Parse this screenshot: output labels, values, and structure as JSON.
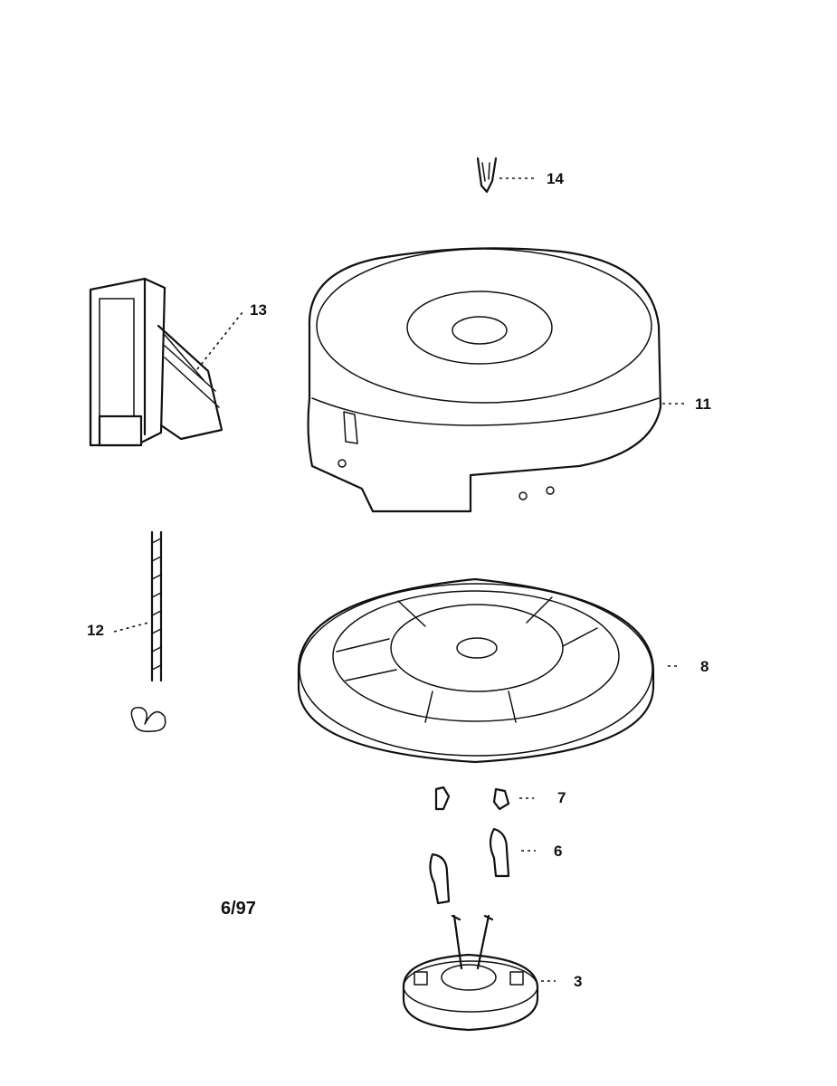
{
  "diagram": {
    "callouts": [
      {
        "id": "part-14",
        "text": "14"
      },
      {
        "id": "part-13",
        "text": "13"
      },
      {
        "id": "part-11",
        "text": "11"
      },
      {
        "id": "part-12",
        "text": "12"
      },
      {
        "id": "part-8",
        "text": "8"
      },
      {
        "id": "part-7",
        "text": "7"
      },
      {
        "id": "part-6",
        "text": "6"
      },
      {
        "id": "part-3",
        "text": "3"
      }
    ],
    "date_code": "6/97"
  }
}
